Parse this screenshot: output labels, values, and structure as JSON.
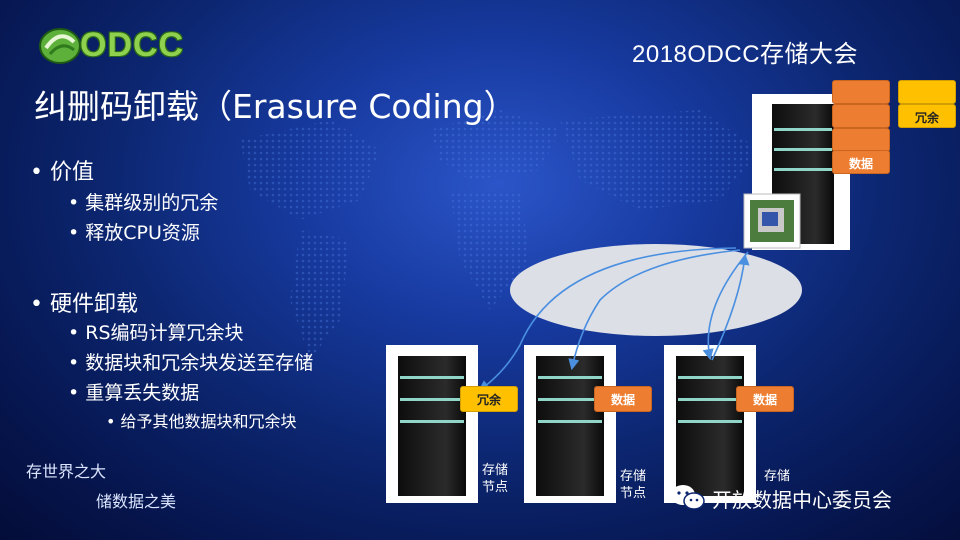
{
  "header": {
    "logo_text": "ODCC",
    "event_title": "2018ODCC存储大会"
  },
  "title": "纠删码卸载（Erasure Coding）",
  "bullets": [
    {
      "label": "价值",
      "children": [
        {
          "label": "集群级别的冗余"
        },
        {
          "label": "释放CPU资源"
        }
      ]
    },
    {
      "label": "硬件卸载",
      "children": [
        {
          "label": "RS编码计算冗余块"
        },
        {
          "label": "数据块和冗余块发送至存储"
        },
        {
          "label": "重算丢失数据",
          "children": [
            {
              "label": "给予其他数据块和冗余块"
            }
          ]
        }
      ]
    }
  ],
  "slogan": {
    "line1": "存世界之大",
    "line2": "储数据之美"
  },
  "diagram": {
    "top_tags": {
      "redundancy": "冗余",
      "data": "数据"
    },
    "nodes": [
      {
        "tag": "冗余",
        "label_line1": "存储",
        "label_line2": "节点"
      },
      {
        "tag": "数据",
        "label_line1": "存储",
        "label_line2": "节点"
      },
      {
        "tag": "数据",
        "label_line1": "存储",
        "label_line2": ""
      }
    ],
    "colors": {
      "orange": "#ed7d31",
      "yellow": "#ffc000",
      "ellipse": "#dcdfe6",
      "arrow": "#4a8fe0"
    }
  },
  "footer": {
    "text": "开放数据中心委员会",
    "icon": "wechat-icon"
  }
}
